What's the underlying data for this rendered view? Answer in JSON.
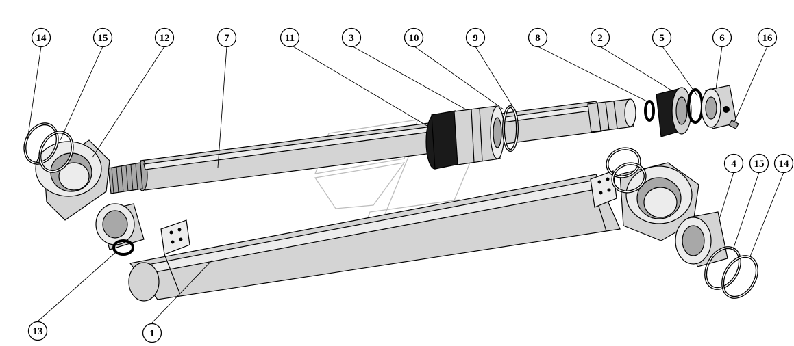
{
  "callouts": [
    {
      "id": "c14a",
      "label": "14"
    },
    {
      "id": "c15a",
      "label": "15"
    },
    {
      "id": "c12",
      "label": "12"
    },
    {
      "id": "c7",
      "label": "7"
    },
    {
      "id": "c11",
      "label": "11"
    },
    {
      "id": "c3",
      "label": "3"
    },
    {
      "id": "c10",
      "label": "10"
    },
    {
      "id": "c9",
      "label": "9"
    },
    {
      "id": "c8",
      "label": "8"
    },
    {
      "id": "c2",
      "label": "2"
    },
    {
      "id": "c5",
      "label": "5"
    },
    {
      "id": "c6",
      "label": "6"
    },
    {
      "id": "c16",
      "label": "16"
    },
    {
      "id": "c4",
      "label": "4"
    },
    {
      "id": "c15b",
      "label": "15"
    },
    {
      "id": "c14b",
      "label": "14"
    },
    {
      "id": "c13",
      "label": "13"
    },
    {
      "id": "c1",
      "label": "1"
    }
  ]
}
